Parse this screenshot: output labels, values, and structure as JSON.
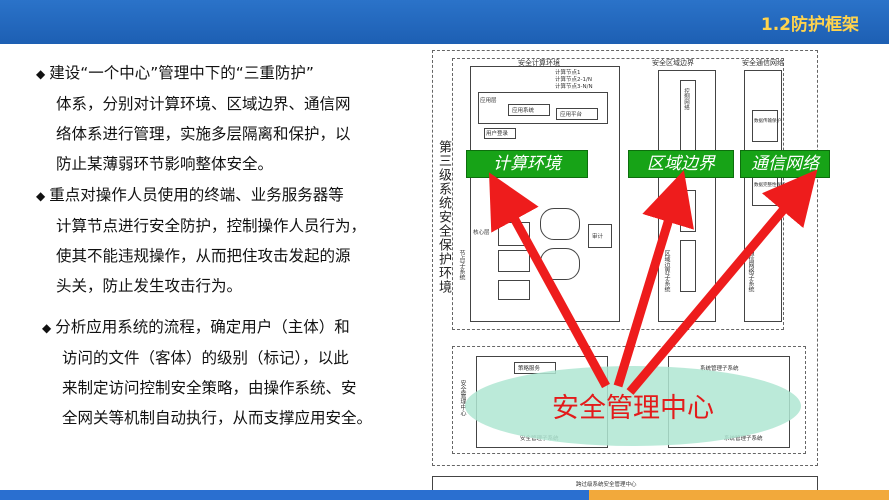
{
  "slide": {
    "title": "1.2防护框架"
  },
  "bullets": [
    {
      "lines": [
        "建设“一个中心”管理中下的“三重防护”",
        "体系，分别对计算环境、区域边界、通信网",
        "络体系进行管理，实施多层隔离和保护，以",
        "防止某薄弱环节影响整体安全。"
      ]
    },
    {
      "lines": [
        "重点对操作人员使用的终端、业务服务器等",
        "计算节点进行安全防护，控制操作人员行为，",
        "使其不能违规操作，从而把住攻击发起的源",
        "头关，防止发生攻击行为。"
      ]
    },
    {
      "lines": [
        "分析应用系统的流程，确定用户（主体）和",
        "访问的文件（客体）的级别（标记），以此",
        "来制定访问控制安全策略，由操作系统、安",
        "全网关等机制自动执行，从而支撑应用安全。"
      ]
    }
  ],
  "diagram": {
    "headers": {
      "compute": "安全计算环境",
      "boundary": "安全区域边界",
      "network": "安全通信网络"
    },
    "node_labels": [
      "计算节点1",
      "计算节点2-1/N",
      "计算节点3-N/N"
    ],
    "side_title": "第三级系统安全保护环境",
    "labels": {
      "compute": "计算环境",
      "boundary": "区域边界",
      "network": "通信网络"
    },
    "center": "安全管理中心",
    "bottom_caption": "跨过级系统安全管理中心",
    "small_texts": {
      "app_layer": "应用层",
      "app_system": "应用系统",
      "app_platform": "应用平台",
      "user_login": "用户登录",
      "core_layer": "核心层",
      "node_subsystem": "节点子系统",
      "boundary_subsystem": "区域边界子系统",
      "network_subsystem": "通信网络子系统",
      "policy_service": "策略服务",
      "system_mgmt": "系统管理子系统",
      "audit": "审计",
      "security_mgmt": "安全管理子系统",
      "firewall": "控制网络",
      "data_protect": "数据传输保护",
      "data_integrity": "数据完整性保护"
    }
  }
}
